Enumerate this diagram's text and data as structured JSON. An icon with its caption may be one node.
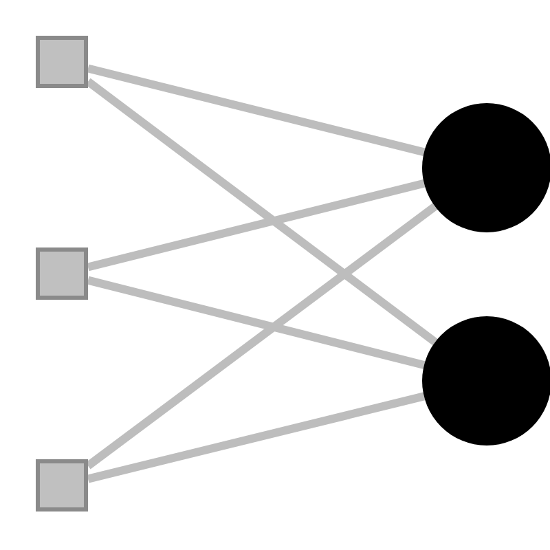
{
  "diagram": {
    "nodes": [
      {
        "text": [],
        "shape": "box"
      },
      {
        "text": [],
        "shape": "box"
      },
      {
        "text": [],
        "shape": "box"
      },
      {
        "text": [],
        "shape": "circle"
      },
      {
        "text": [],
        "shape": "circle"
      }
    ],
    "edges": [
      {
        "from": 0,
        "to": 3,
        "arrow": "none"
      },
      {
        "from": 0,
        "to": 4,
        "arrow": "none"
      },
      {
        "from": 1,
        "to": 3,
        "arrow": "none"
      },
      {
        "from": 1,
        "to": 4,
        "arrow": "none"
      },
      {
        "from": 2,
        "to": 3,
        "arrow": "none"
      },
      {
        "from": 2,
        "to": 4,
        "arrow": "none"
      }
    ]
  }
}
